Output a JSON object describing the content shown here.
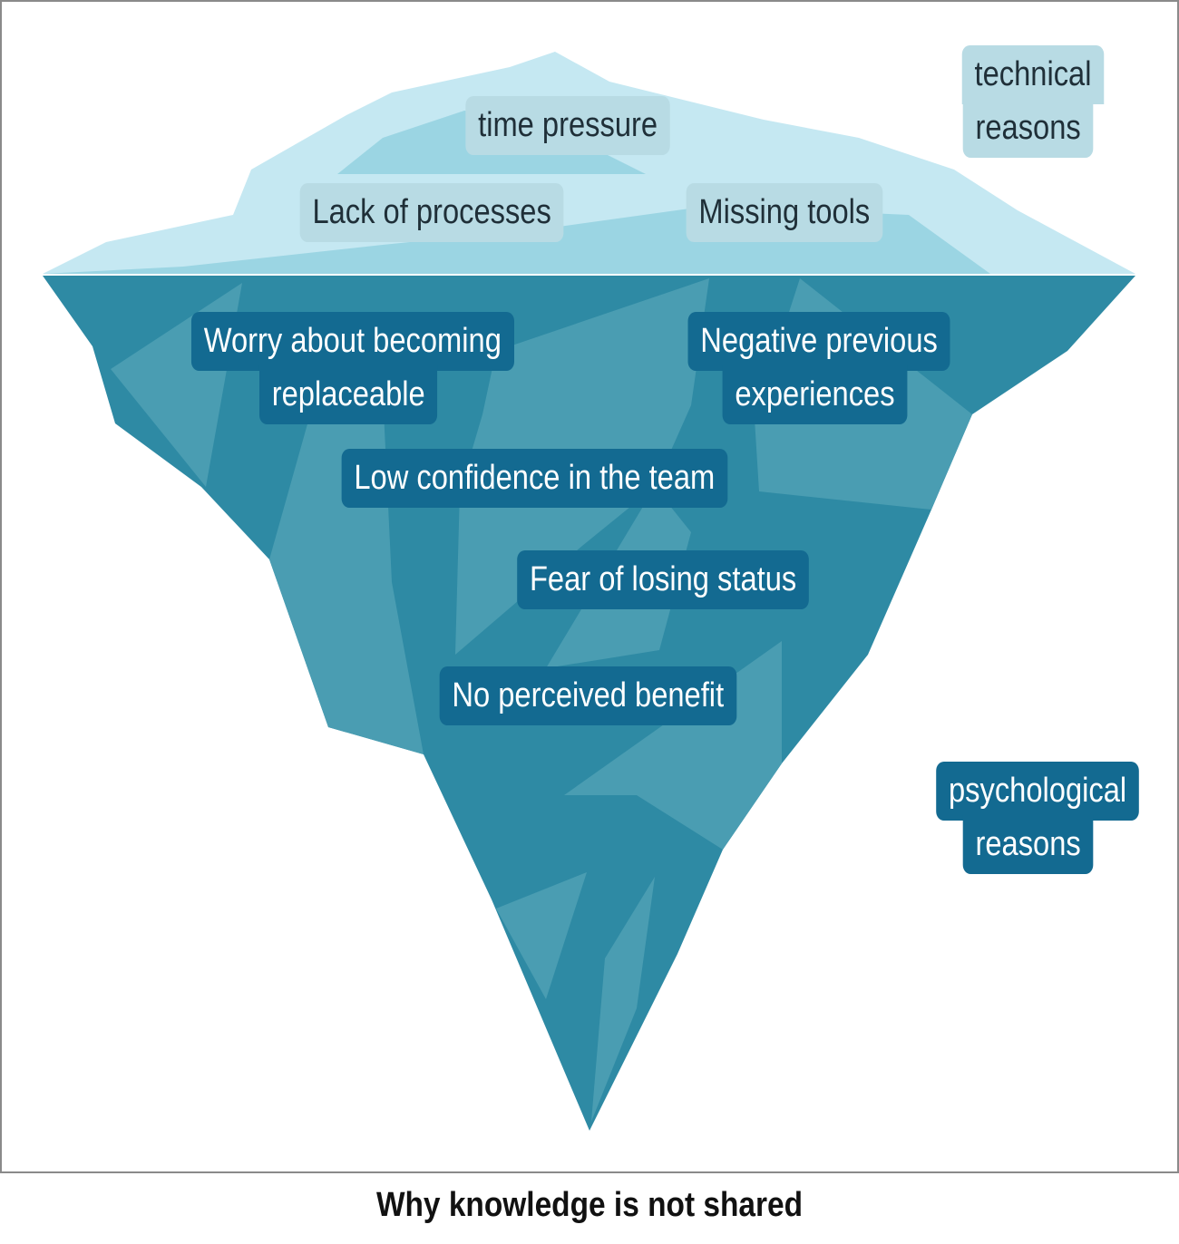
{
  "above_water": {
    "legend": [
      "technical",
      "reasons"
    ],
    "items": [
      "time pressure",
      "Lack of processes",
      "Missing tools"
    ]
  },
  "below_water": {
    "legend": [
      "psychological",
      "reasons"
    ],
    "items_multiline": [
      [
        "Worry about becoming",
        "replaceable"
      ],
      [
        "Negative previous",
        "experiences"
      ]
    ],
    "items": [
      "Low confidence in the team",
      "Fear of losing status",
      "No perceived benefit"
    ]
  },
  "caption": "Why knowledge is not shared",
  "colors": {
    "ice_light": "#c5e8f2",
    "ice_mid": "#9bd5e3",
    "water_dark": "#2e8aa4",
    "water_facet": "#4a9db2",
    "label_light": "#b8dbe4",
    "label_dark": "#136a91"
  }
}
